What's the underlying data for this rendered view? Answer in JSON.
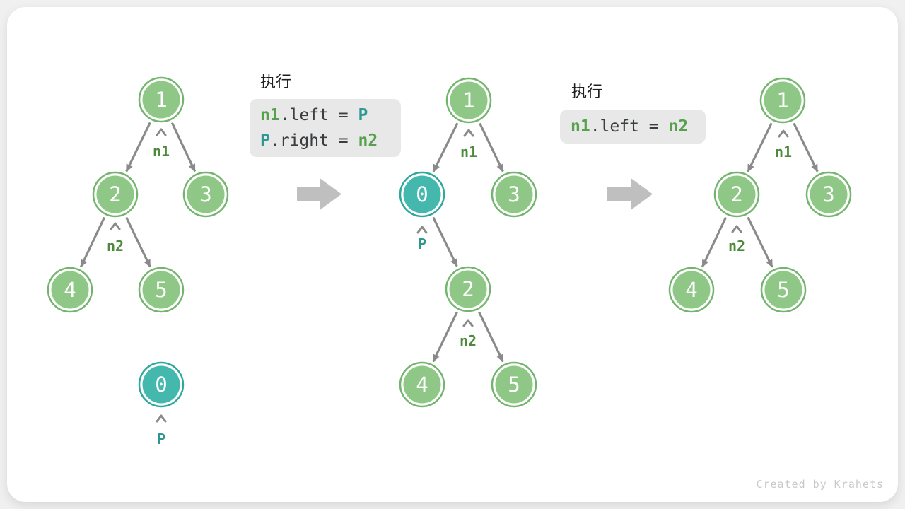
{
  "colors": {
    "page_bg": "#F0F0F0",
    "card_bg": "#FFFFFF",
    "node_green_fill": "#8FC786",
    "node_green_stroke": "#72B56D",
    "node_teal_fill": "#45B8AE",
    "node_teal_stroke": "#2FA79C",
    "node_text": "#FFFFFF",
    "edge": "#8A8A8A",
    "block_arrow": "#BFBFBF",
    "label_green": "#4D8B3C",
    "label_teal": "#2D968E",
    "code_bg": "#E8E8E8",
    "code_plain": "#3B3E41",
    "code_green": "#56A24C",
    "code_teal": "#2E9894",
    "title_text": "#1F1F1F",
    "watermark": "#C9C9C9"
  },
  "watermark": "Created by Krahets",
  "panels": [
    {
      "title": "执行",
      "lines": [
        [
          {
            "t": "n1",
            "c": "green"
          },
          {
            "t": ".left = ",
            "c": "plain"
          },
          {
            "t": "P",
            "c": "teal"
          }
        ],
        [
          {
            "t": "P",
            "c": "teal"
          },
          {
            "t": ".right = ",
            "c": "plain"
          },
          {
            "t": "n2",
            "c": "green"
          }
        ]
      ]
    },
    {
      "title": "执行",
      "lines": [
        [
          {
            "t": "n1",
            "c": "green"
          },
          {
            "t": ".left = ",
            "c": "plain"
          },
          {
            "t": "n2",
            "c": "green"
          }
        ]
      ]
    }
  ],
  "trees": {
    "left": {
      "node_values": [
        "1",
        "2",
        "3",
        "4",
        "5",
        "0"
      ],
      "pointers": {
        "n1": "n1",
        "n2": "n2",
        "p": "P"
      }
    },
    "middle": {
      "node_values": [
        "1",
        "0",
        "3",
        "2",
        "4",
        "5"
      ],
      "pointers": {
        "n1": "n1",
        "p": "P",
        "n2": "n2"
      }
    },
    "right": {
      "node_values": [
        "1",
        "2",
        "3",
        "4",
        "5"
      ],
      "pointers": {
        "n1": "n1",
        "n2": "n2"
      }
    }
  }
}
